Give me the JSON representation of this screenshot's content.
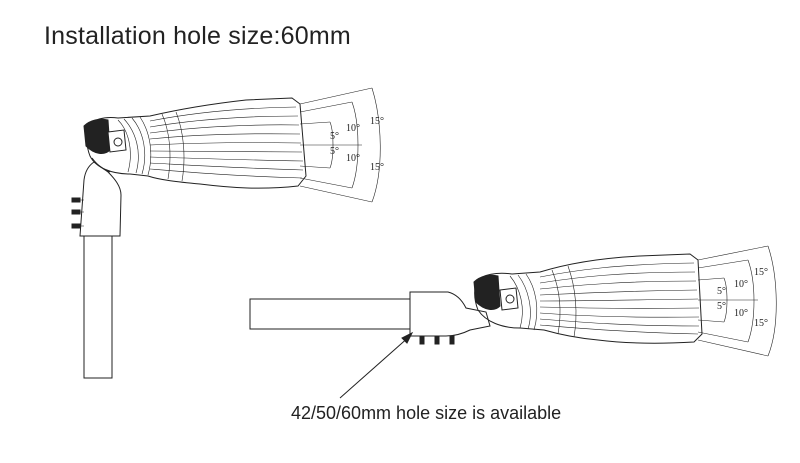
{
  "title": "Installation hole size:60mm",
  "caption": "42/50/60mm hole size is available",
  "lamp_vertical": {
    "angle_labels": [
      "15°",
      "10°",
      "5°",
      "5°",
      "10°",
      "15°"
    ]
  },
  "lamp_horizontal": {
    "angle_labels": [
      "15°",
      "10°",
      "5°",
      "5°",
      "10°",
      "15°"
    ]
  }
}
